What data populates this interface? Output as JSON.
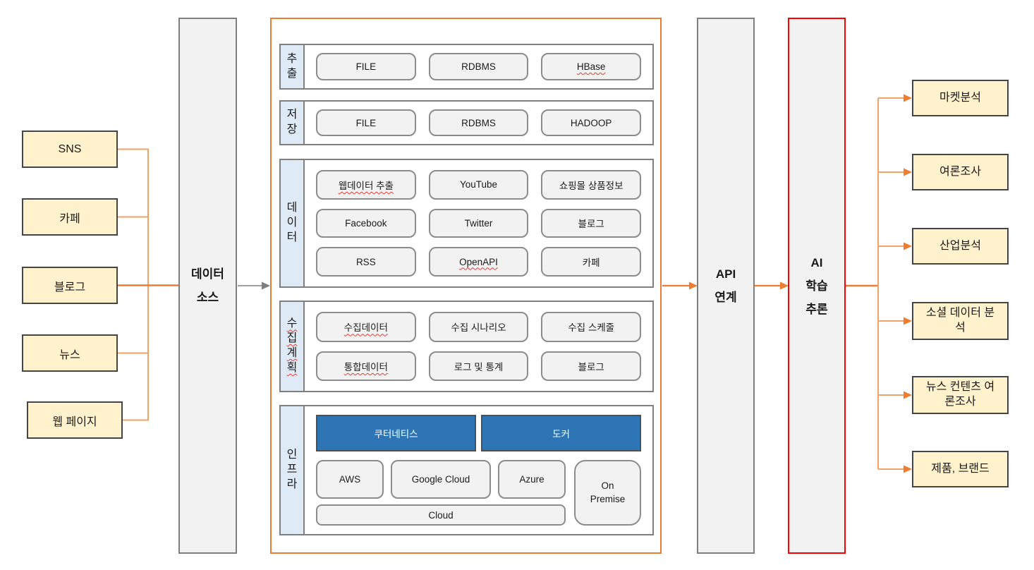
{
  "left_sources": [
    "SNS",
    "카페",
    "블로그",
    "뉴스",
    "웹 페이지"
  ],
  "data_source_column": {
    "lines": [
      "데이터",
      "소스"
    ]
  },
  "api_column": {
    "lines": [
      "API",
      "연계"
    ]
  },
  "ai_column": {
    "lines": [
      "AI",
      "학습",
      "추론"
    ]
  },
  "pipeline_sections": [
    {
      "label": "추출",
      "items": [
        "FILE",
        "RDBMS",
        "HBase"
      ]
    },
    {
      "label": "저장",
      "items": [
        "FILE",
        "RDBMS",
        "HADOOP"
      ]
    },
    {
      "label": "데이터",
      "items": [
        "웹데이터 추출",
        "YouTube",
        "쇼핑몰 상품정보",
        "Facebook",
        "Twitter",
        "블로그",
        "RSS",
        "OpenAPI",
        "카페"
      ]
    },
    {
      "label": "수집계획",
      "items": [
        "수집데이터",
        "수집 시나리오",
        "수집 스케줄",
        "통합데이터",
        "로그 및 통계",
        "블로그"
      ]
    },
    {
      "label": "인프라",
      "platforms": [
        "쿠터네티스",
        "도커"
      ],
      "clouds": [
        "AWS",
        "Google Cloud",
        "Azure"
      ],
      "cloud_wide": "Cloud",
      "on_premise": "On Premise"
    }
  ],
  "outputs": [
    "마켓분석",
    "여론조사",
    "산업분석",
    "소셜 데이터 분석",
    "뉴스 컨텐츠 여론조사",
    "제품, 브랜드"
  ],
  "colors": {
    "source_box_fill": "#FFF2CC",
    "column_fill": "#F2F2F2",
    "section_label_fill": "#DEEBF7",
    "item_fill": "#F2F2F2",
    "platform_fill": "#2E75B6",
    "pipeline_border": "#ED7D31",
    "ai_border": "#FF0000",
    "connector_orange": "#ED7D31",
    "connector_light_orange": "#F2A368",
    "connector_gray": "#8C8C8C"
  }
}
